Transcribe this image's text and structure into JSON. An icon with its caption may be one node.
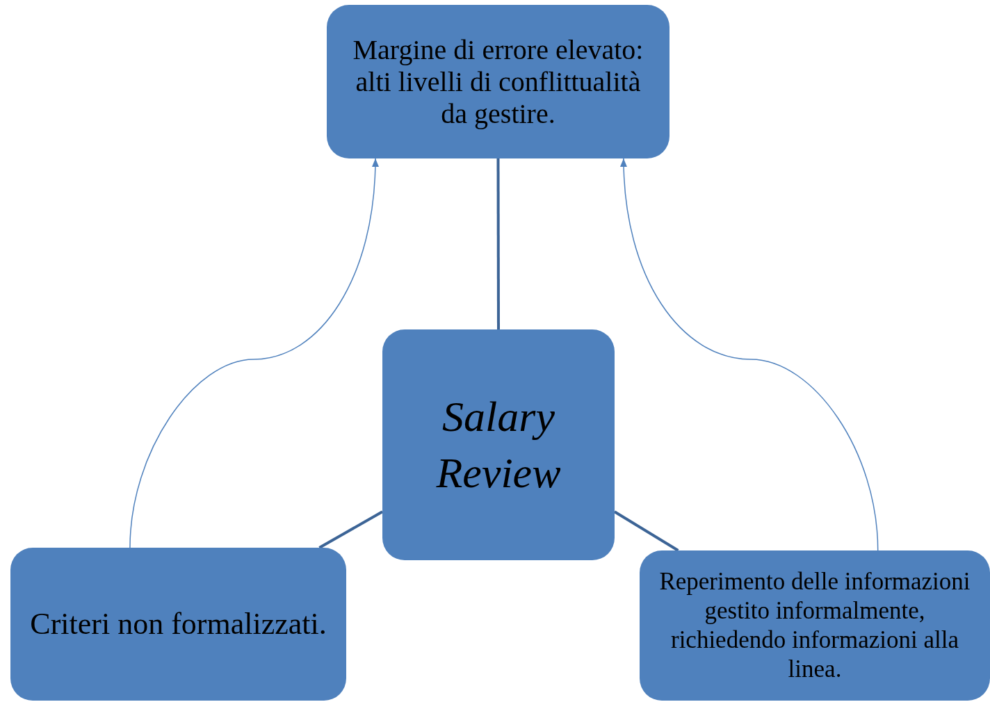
{
  "diagram": {
    "nodes": [
      {
        "text": [
          "Margine di errore elevato: alti livelli di conflittualità da gestire."
        ]
      },
      {
        "text": [
          "Salary Review"
        ]
      },
      {
        "text": [
          "Criteri non formalizzati."
        ]
      },
      {
        "text": [
          "Reperimento delle informazioni gestito informalmente, richiedendo informazioni alla linea."
        ]
      }
    ],
    "edges": [
      {
        "from": 1,
        "to": 0,
        "arrow": "none"
      },
      {
        "from": 1,
        "to": 2,
        "arrow": "none"
      },
      {
        "from": 1,
        "to": 3,
        "arrow": "none"
      },
      {
        "from": 2,
        "to": 0,
        "arrow": "to",
        "color": "#4f81bd"
      },
      {
        "from": 3,
        "to": 0,
        "arrow": "to",
        "color": "#4f81bd"
      }
    ]
  }
}
